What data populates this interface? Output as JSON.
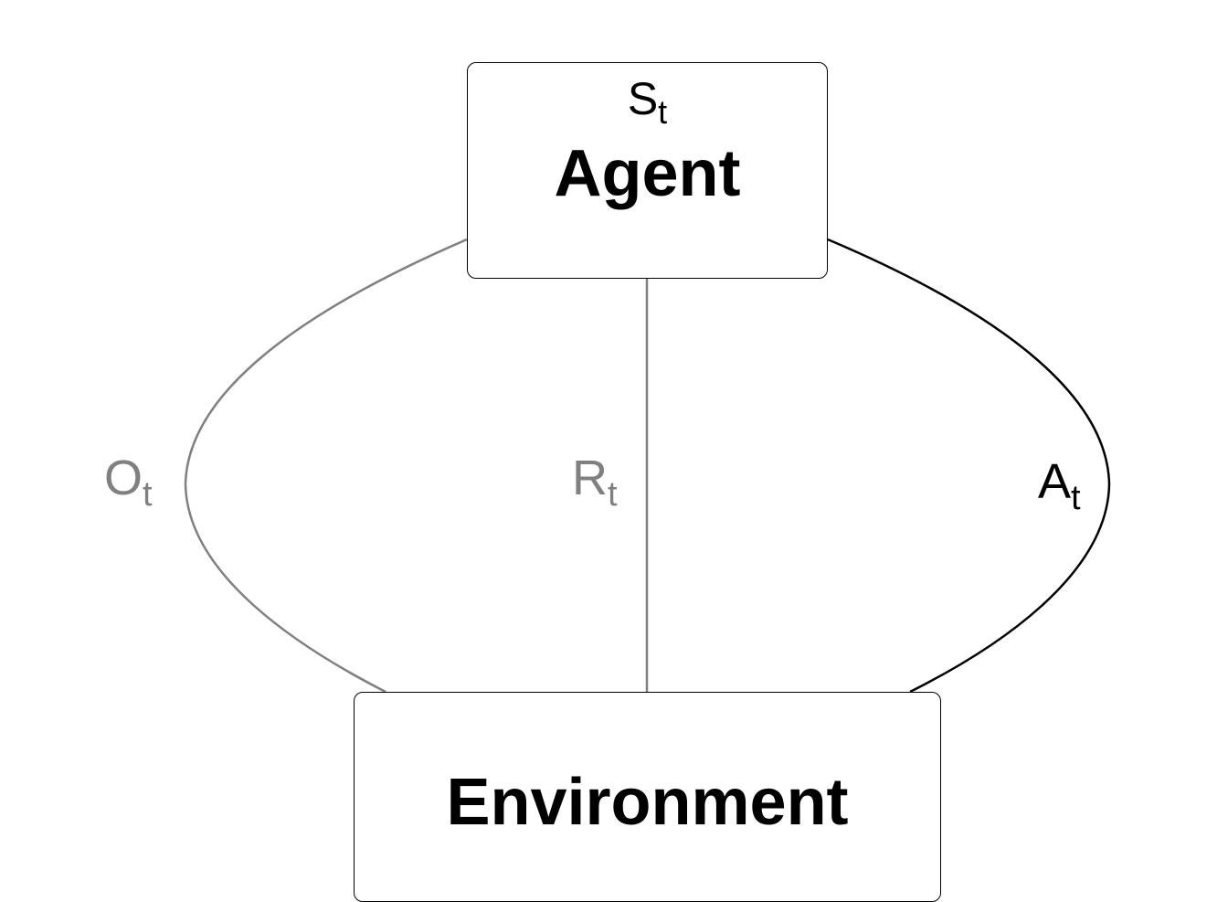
{
  "agent": {
    "title": "Agent",
    "state_symbol": "S",
    "state_subscript": "t"
  },
  "environment": {
    "title": "Environment"
  },
  "edges": {
    "observation": {
      "symbol": "O",
      "subscript": "t",
      "color": "#808080"
    },
    "reward": {
      "symbol": "R",
      "subscript": "t",
      "color": "#808080"
    },
    "action": {
      "symbol": "A",
      "subscript": "t",
      "color": "#000000"
    }
  }
}
